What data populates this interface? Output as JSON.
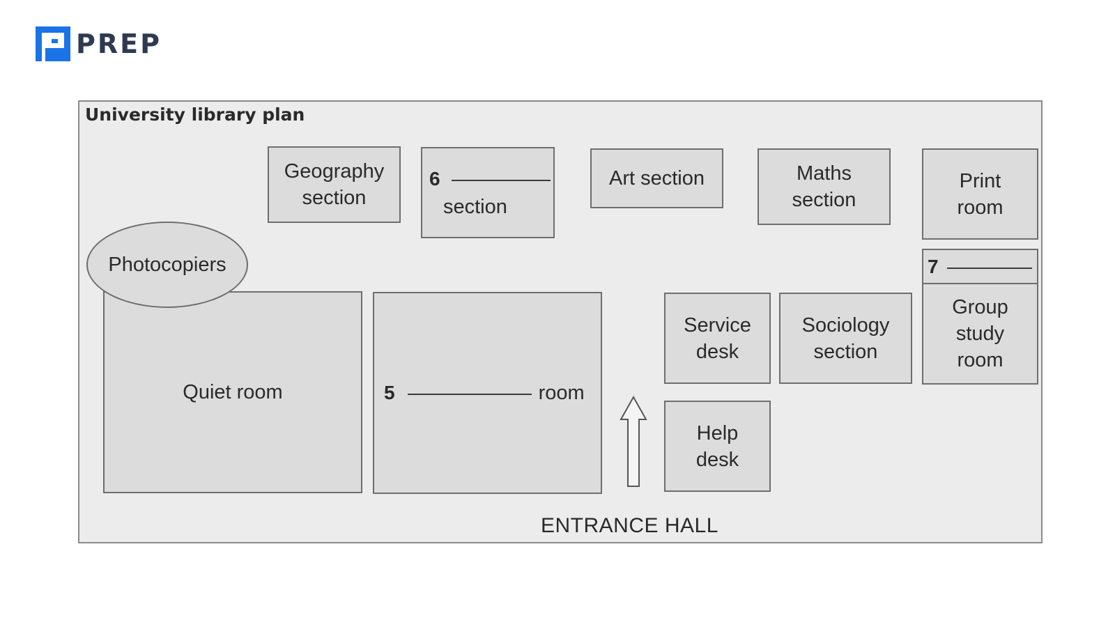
{
  "brand": {
    "name": "PREP",
    "color": "#1a73e8"
  },
  "diagram": {
    "title": "University library plan",
    "rooms": {
      "geography": "Geography\nsection",
      "blank6_number": "6",
      "blank6_suffix": "section",
      "art": "Art section",
      "maths": "Maths\nsection",
      "print": "Print\nroom",
      "blank7_number": "7",
      "group_study": "Group\nstudy\nroom",
      "photocopiers": "Photocopiers",
      "quiet": "Quiet room",
      "blank5_number": "5",
      "blank5_suffix": "room",
      "service": "Service\ndesk",
      "sociology": "Sociology\nsection",
      "help": "Help\ndesk"
    },
    "entrance_label": "ENTRANCE HALL",
    "arrow_icon": "up-arrow-icon"
  }
}
